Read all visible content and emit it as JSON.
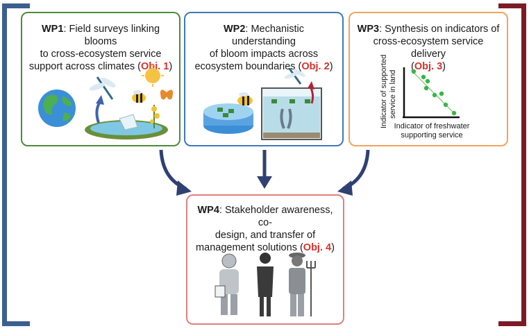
{
  "wp1": {
    "code": "WP1",
    "text1": ": Field surveys linking blooms",
    "text2": "to cross-ecosystem service",
    "text3": "support across climates (",
    "obj": "Obj. 1",
    "close": ")"
  },
  "wp2": {
    "code": "WP2",
    "text1": ": Mechanistic understanding",
    "text2": "of bloom impacts across",
    "text3": "ecosystem boundaries (",
    "obj": "Obj. 2",
    "close": ")"
  },
  "wp3": {
    "code": "WP3",
    "text1": ": Synthesis on indicators of",
    "text2": "cross-ecosystem service delivery",
    "text3": "(",
    "obj": "Obj. 3",
    "close": ")",
    "y_label_1": "Indicator of supported",
    "y_label_2": "service in land",
    "x_label_1": "Indicator of freshwater",
    "x_label_2": "supporting service"
  },
  "wp4": {
    "code": "WP4",
    "text1": ": Stakeholder awareness, co-",
    "text2": "design, and transfer of",
    "text3": "management solutions (",
    "obj": "Obj. 4",
    "close": ")"
  },
  "colors": {
    "wp1_border": "#4e8a3a",
    "wp2_border": "#3f78b8",
    "wp3_border": "#f0a35e",
    "wp4_border": "#e07f7f",
    "left_bracket": "#3b5f8f",
    "right_bracket": "#7a1b25",
    "arrow": "#2f4173",
    "obj": "#d6312c"
  }
}
